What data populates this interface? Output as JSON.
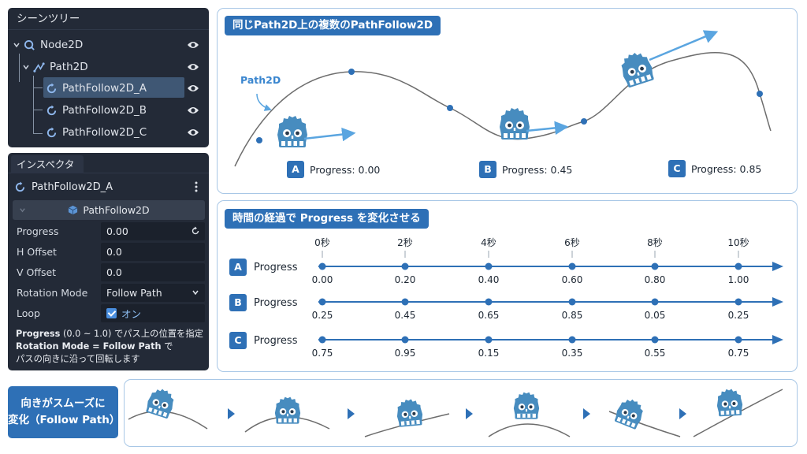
{
  "scene_tree": {
    "title": "シーンツリー",
    "items": [
      {
        "label": "Node2D"
      },
      {
        "label": "Path2D"
      },
      {
        "label": "PathFollow2D_A"
      },
      {
        "label": "PathFollow2D_B"
      },
      {
        "label": "PathFollow2D_C"
      }
    ]
  },
  "inspector": {
    "tab": "インスペクタ",
    "object": "PathFollow2D_A",
    "class": "PathFollow2D",
    "props": [
      {
        "label": "Progress",
        "value": "0.00"
      },
      {
        "label": "H Offset",
        "value": "0.0"
      },
      {
        "label": "V Offset",
        "value": "0.0"
      },
      {
        "label": "Rotation Mode",
        "value": "Follow Path"
      },
      {
        "label": "Loop",
        "value": "オン"
      }
    ],
    "note1_bold": "Progress",
    "note1_rest": " (0.0 ~ 1.0) でパス上の位置を指定",
    "note2_bold": "Rotation Mode = Follow Path",
    "note2_rest": " で",
    "note3": "パスの向きに沿って回転します"
  },
  "panel1": {
    "title": "同じPath2D上の複数のPathFollow2D",
    "path_label": "Path2D",
    "markers": [
      {
        "badge": "A",
        "text": "Progress: 0.00"
      },
      {
        "badge": "B",
        "text": "Progress: 0.45"
      },
      {
        "badge": "C",
        "text": "Progress: 0.85"
      }
    ]
  },
  "panel2": {
    "title": "時間の経過で Progress を変化させる",
    "ticks": [
      "0秒",
      "2秒",
      "4秒",
      "6秒",
      "8秒",
      "10秒"
    ],
    "rows": [
      {
        "badge": "A",
        "label": "Progress",
        "values": [
          "0.00",
          "0.20",
          "0.40",
          "0.60",
          "0.80",
          "1.00"
        ]
      },
      {
        "badge": "B",
        "label": "Progress",
        "values": [
          "0.25",
          "0.45",
          "0.65",
          "0.85",
          "0.05",
          "0.25"
        ]
      },
      {
        "badge": "C",
        "label": "Progress",
        "values": [
          "0.75",
          "0.95",
          "0.15",
          "0.35",
          "0.55",
          "0.75"
        ]
      }
    ]
  },
  "panel3": {
    "label_line1": "向きがスムーズに",
    "label_line2": "変化（Follow Path）"
  },
  "colors": {
    "accent": "#2e70b6",
    "arrow": "#5aa5e0",
    "robot": "#478cbf",
    "dark_bg": "#232a37"
  }
}
